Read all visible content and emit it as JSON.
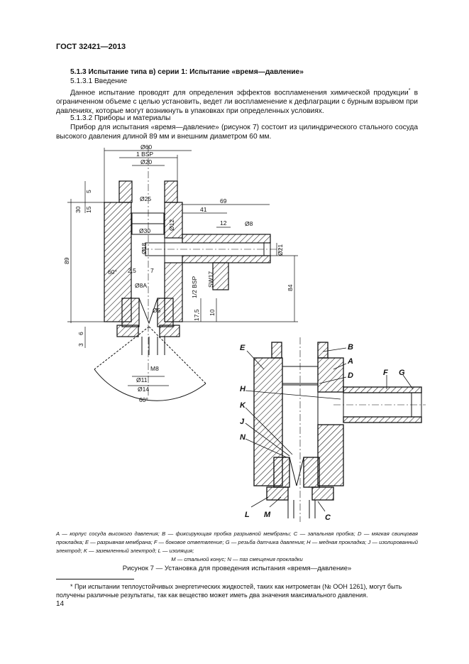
{
  "header": "ГОСТ 32421—2013",
  "heading": "5.1.3 Испытание типа в) серии 1: Испытание «время—давление»",
  "sub1": "5.1.3.1 Введение",
  "para1_a": "Данное испытание проводят для определения эффектов воспламенения химической продукции",
  "para1_b": " в ограниченном объеме с целью установить, ведет ли воспламенение к дефлаграции с бурным взрывом при давлениях, которые могут возникнуть в упаковках при определенных условиях.",
  "footnote_mark": "*",
  "sub2": "5.1.3.2 Приборы и материалы",
  "para2": "Прибор для испытания «время—давление» (рисунок 7) состоит из цилиндрического стального сосуда высокого давления длиной 89 мм и внешним диаметром 60 мм.",
  "drawing1": {
    "dims": [
      "Ø60",
      "1 BSP",
      "Ø20",
      "Ø25",
      "Ø30",
      "Ø12",
      "Ø18",
      "Ø8",
      "Ø21",
      "Ø11",
      "Ø14",
      "Ø5",
      "Ø8A",
      "M8",
      "30",
      "5",
      "15",
      "89",
      "41",
      "69",
      "12",
      "1/2 BSP",
      "SW17",
      "17,5",
      "10",
      "84",
      "6",
      "3",
      "7",
      "2,5",
      "60°",
      "60°"
    ]
  },
  "drawing2": {
    "labels": [
      "E",
      "B",
      "A",
      "D",
      "F",
      "G",
      "H",
      "K",
      "J",
      "N",
      "L",
      "M",
      "C"
    ]
  },
  "legend_line1": "A — корпус сосуда высокого давления; B — фиксирующая пробка разрывной мембраны; C — запальная пробка; D — мягкая свинцовая прокладка; E — разрывная мембрана; F — боковое ответвление; G — резьба датчика давления; H — медная прокладка; J — изолированный электрод; K — заземленный электрод; L — изоляция;",
  "legend_line2": "M — стальной конус; N — паз смещения прокладки",
  "caption": "Рисунок 7 — Установка для проведения испытания «время—давление»",
  "footnote": "* При испытании теплоустойчивых энергетических жидкостей, таких как нитрометан (№ ООН 1261), могут быть получены различные результаты, так как вещество может иметь два значения максимального давления.",
  "page_number": "14"
}
